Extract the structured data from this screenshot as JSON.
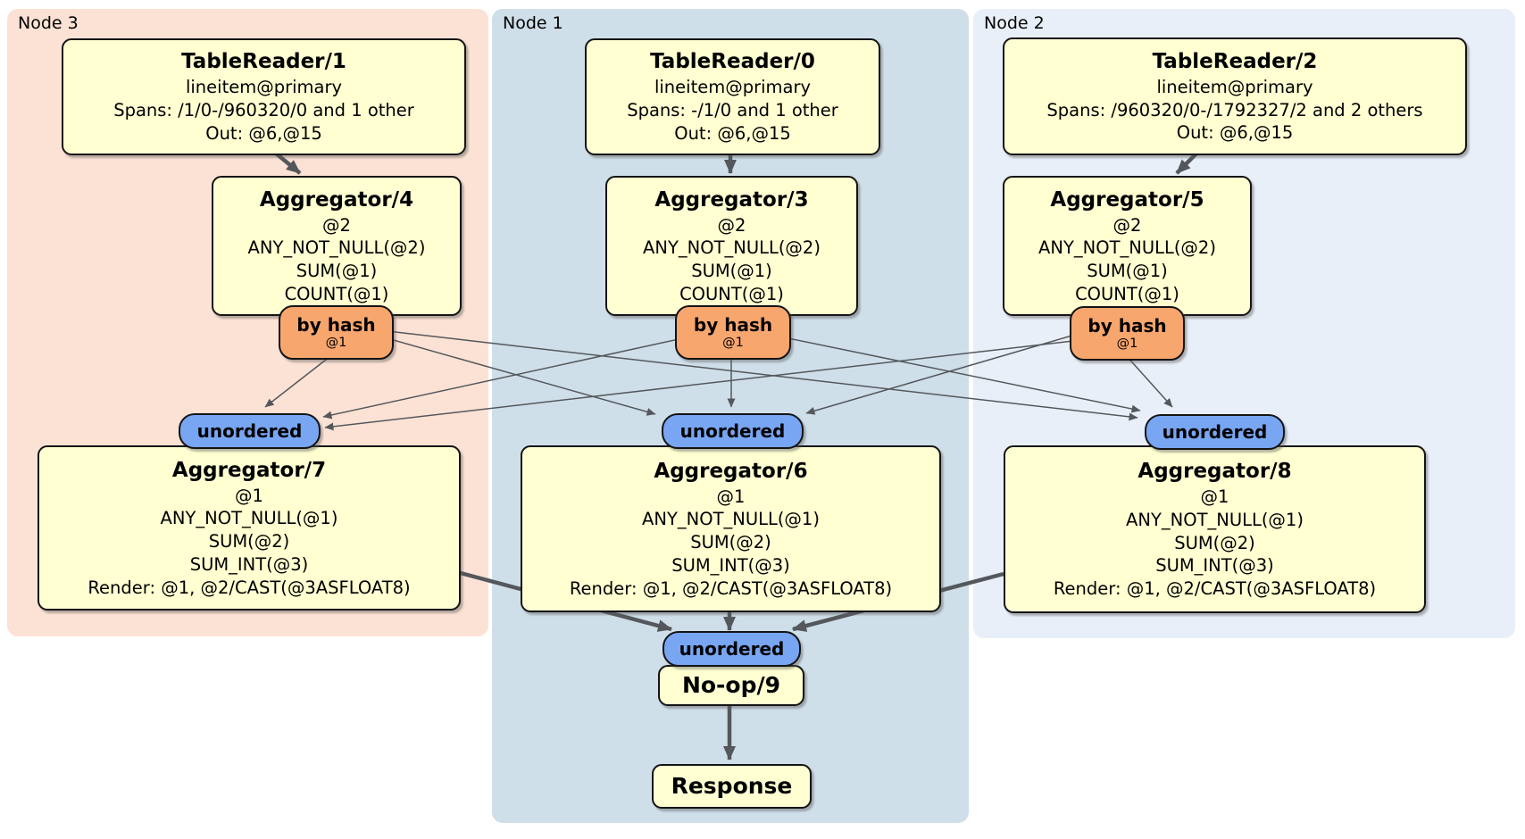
{
  "panels": [
    {
      "label": "Node 3",
      "bg": "#fce2d4"
    },
    {
      "label": "Node 1",
      "bg": "#cfdfe9"
    },
    {
      "label": "Node 2",
      "bg": "#e9eff8"
    }
  ],
  "processors": {
    "tablereader1": {
      "title": "TableReader/1",
      "lines": [
        "lineitem@primary",
        "Spans: /1/0-/960320/0 and 1 other",
        "Out: @6,@15"
      ]
    },
    "tablereader0": {
      "title": "TableReader/0",
      "lines": [
        "lineitem@primary",
        "Spans: -/1/0 and 1 other",
        "Out: @6,@15"
      ]
    },
    "tablereader2": {
      "title": "TableReader/2",
      "lines": [
        "lineitem@primary",
        "Spans: /960320/0-/1792327/2 and 2 others",
        "Out: @6,@15"
      ]
    },
    "aggregator4": {
      "title": "Aggregator/4",
      "lines": [
        "@2",
        "ANY_NOT_NULL(@2)",
        "SUM(@1)",
        "COUNT(@1)"
      ]
    },
    "aggregator3": {
      "title": "Aggregator/3",
      "lines": [
        "@2",
        "ANY_NOT_NULL(@2)",
        "SUM(@1)",
        "COUNT(@1)"
      ]
    },
    "aggregator5": {
      "title": "Aggregator/5",
      "lines": [
        "@2",
        "ANY_NOT_NULL(@2)",
        "SUM(@1)",
        "COUNT(@1)"
      ]
    },
    "aggregator7": {
      "title": "Aggregator/7",
      "lines": [
        "@1",
        "ANY_NOT_NULL(@1)",
        "SUM(@2)",
        "SUM_INT(@3)",
        "Render: @1, @2/CAST(@3ASFLOAT8)"
      ]
    },
    "aggregator6": {
      "title": "Aggregator/6",
      "lines": [
        "@1",
        "ANY_NOT_NULL(@1)",
        "SUM(@2)",
        "SUM_INT(@3)",
        "Render: @1, @2/CAST(@3ASFLOAT8)"
      ]
    },
    "aggregator8": {
      "title": "Aggregator/8",
      "lines": [
        "@1",
        "ANY_NOT_NULL(@1)",
        "SUM(@2)",
        "SUM_INT(@3)",
        "Render: @1, @2/CAST(@3ASFLOAT8)"
      ]
    },
    "noop9": {
      "title": "No-op/9"
    },
    "response": {
      "title": "Response"
    }
  },
  "routers": [
    {
      "label": "by hash",
      "key": "@1"
    },
    {
      "label": "by hash",
      "key": "@1"
    },
    {
      "label": "by hash",
      "key": "@1"
    }
  ],
  "streams": [
    {
      "label": "unordered"
    },
    {
      "label": "unordered"
    },
    {
      "label": "unordered"
    },
    {
      "label": "unordered"
    }
  ],
  "colors": {
    "node3_bg": "#fce2d4",
    "node1_bg": "#cfdfe9",
    "node2_bg": "#e9eff8",
    "processor_bg": "#ffffd2",
    "router_bg": "#f7a66e",
    "stream_bg": "#78a6f2",
    "edge": "#54585c"
  }
}
